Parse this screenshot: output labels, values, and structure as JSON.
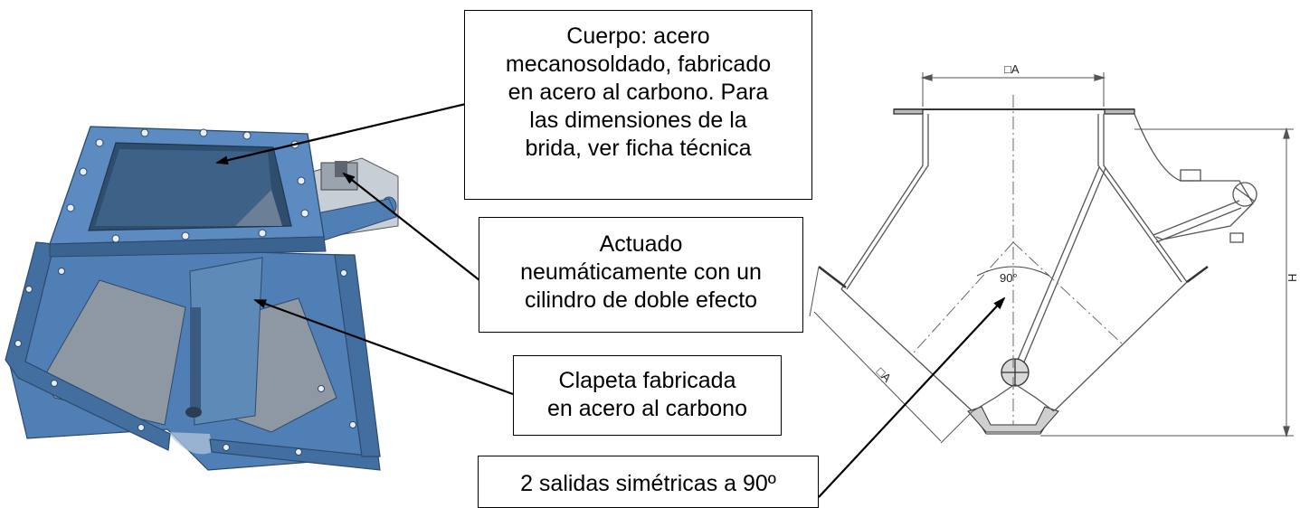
{
  "callouts": {
    "body": {
      "lines": [
        "Cuerpo: acero",
        "mecanosoldado, fabricado",
        "en acero al carbono. Para",
        "las dimensiones de la",
        "brida, ver ficha técnica"
      ]
    },
    "actuator": {
      "lines": [
        "Actuado",
        "neumáticamente con un",
        "cilindro de doble efecto"
      ]
    },
    "flap": {
      "lines": [
        "Clapeta fabricada",
        "en acero al carbono"
      ]
    },
    "outlets": {
      "lines": [
        "2 salidas simétricas a 90º"
      ]
    }
  },
  "drawing": {
    "dim_top": "□A",
    "dim_side": "□A",
    "dim_height": "H",
    "angle": "90°"
  },
  "colors": {
    "model_blue": "#4f7fb5",
    "model_dark": "#3a638f",
    "model_inner": "#2f4e6e",
    "line": "#000000",
    "drawing_line": "#555555"
  }
}
